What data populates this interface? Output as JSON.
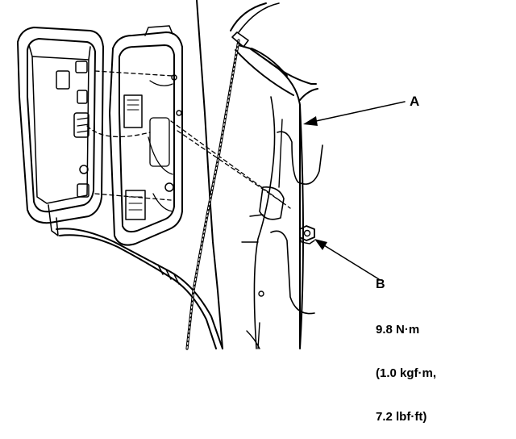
{
  "callouts": {
    "a": "A",
    "b": "B",
    "b_spec": [
      "9.8 N·m",
      "(1.0 kgf·m,",
      "7.2 lbf·ft)"
    ]
  },
  "colors": {
    "line": "#000000",
    "background": "#ffffff"
  }
}
